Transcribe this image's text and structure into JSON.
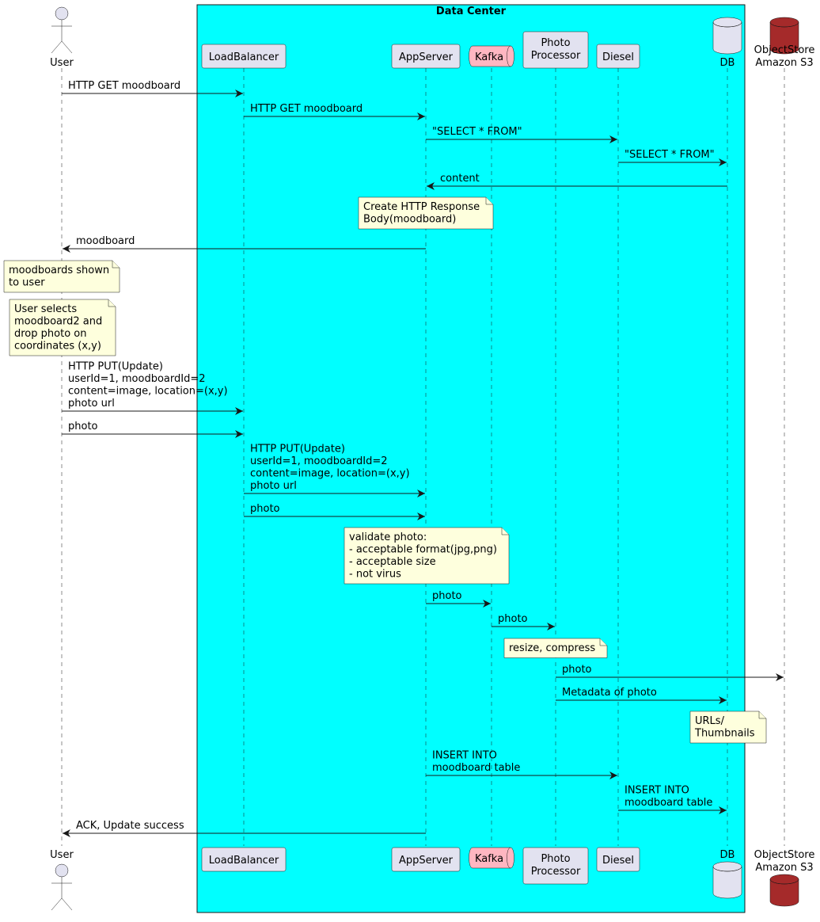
{
  "group": {
    "title": "Data Center",
    "fill": "#00FFFF"
  },
  "colors": {
    "participant_fill": "#E2E2F0",
    "kafka_fill": "#FFB6C1",
    "s3_fill": "#A52A2A",
    "note_fill": "#FEFFDD",
    "line": "#181818"
  },
  "participants": [
    {
      "id": "user",
      "kind": "actor",
      "lines": [
        "User"
      ]
    },
    {
      "id": "lb",
      "kind": "participant",
      "lines": [
        "LoadBalancer"
      ]
    },
    {
      "id": "app",
      "kind": "participant",
      "lines": [
        "AppServer"
      ]
    },
    {
      "id": "kafka",
      "kind": "queue",
      "lines": [
        "Kafka"
      ]
    },
    {
      "id": "photo",
      "kind": "participant",
      "lines": [
        "Photo",
        "Processor"
      ]
    },
    {
      "id": "diesel",
      "kind": "participant",
      "lines": [
        "Diesel"
      ]
    },
    {
      "id": "db",
      "kind": "database",
      "lines": [
        "DB"
      ]
    },
    {
      "id": "s3",
      "kind": "database",
      "lines": [
        "ObjectStore",
        "Amazon S3"
      ]
    }
  ],
  "events": [
    {
      "type": "message",
      "from": "user",
      "to": "lb",
      "lines": [
        "HTTP GET moodboard"
      ]
    },
    {
      "type": "message",
      "from": "lb",
      "to": "app",
      "lines": [
        "HTTP GET moodboard"
      ]
    },
    {
      "type": "message",
      "from": "app",
      "to": "diesel",
      "lines": [
        "\"SELECT * FROM\""
      ]
    },
    {
      "type": "message",
      "from": "diesel",
      "to": "db",
      "lines": [
        "\"SELECT * FROM\""
      ]
    },
    {
      "type": "message",
      "from": "db",
      "to": "app",
      "lines": [
        "content"
      ]
    },
    {
      "type": "note",
      "over": "app",
      "lines": [
        "Create HTTP Response",
        "Body(moodboard)"
      ]
    },
    {
      "type": "message",
      "from": "app",
      "to": "user",
      "lines": [
        "moodboard"
      ]
    },
    {
      "type": "note",
      "over": "user",
      "lines": [
        "moodboards shown",
        "to user"
      ]
    },
    {
      "type": "note",
      "over": "user",
      "lines": [
        "User selects",
        "moodboard2 and",
        "drop photo on",
        "coordinates (x,y)"
      ]
    },
    {
      "type": "message",
      "from": "user",
      "to": "lb",
      "lines": [
        "HTTP PUT(Update)",
        "userId=1, moodboardId=2",
        " content=image, location=(x,y)",
        "photo url"
      ]
    },
    {
      "type": "message",
      "from": "user",
      "to": "lb",
      "lines": [
        "photo"
      ]
    },
    {
      "type": "message",
      "from": "lb",
      "to": "app",
      "lines": [
        "HTTP PUT(Update)",
        "userId=1, moodboardId=2",
        " content=image, location=(x,y)",
        "photo url"
      ]
    },
    {
      "type": "message",
      "from": "lb",
      "to": "app",
      "lines": [
        "photo"
      ]
    },
    {
      "type": "note",
      "over": "app",
      "lines": [
        "validate photo:",
        "- acceptable format(jpg,png)",
        "- acceptable size",
        "- not virus"
      ]
    },
    {
      "type": "message",
      "from": "app",
      "to": "kafka",
      "lines": [
        "photo"
      ]
    },
    {
      "type": "message",
      "from": "kafka",
      "to": "photo",
      "lines": [
        "photo"
      ]
    },
    {
      "type": "note",
      "over": "photo",
      "lines": [
        "resize, compress"
      ]
    },
    {
      "type": "message",
      "from": "photo",
      "to": "s3",
      "lines": [
        "photo"
      ]
    },
    {
      "type": "message",
      "from": "photo",
      "to": "db",
      "lines": [
        "Metadata of photo"
      ]
    },
    {
      "type": "note",
      "over": "db",
      "lines": [
        "URLs/",
        "Thumbnails"
      ]
    },
    {
      "type": "message",
      "from": "app",
      "to": "diesel",
      "lines": [
        "INSERT INTO",
        "moodboard table"
      ]
    },
    {
      "type": "message",
      "from": "diesel",
      "to": "db",
      "lines": [
        "INSERT INTO",
        "moodboard table"
      ]
    },
    {
      "type": "message",
      "from": "app",
      "to": "user",
      "lines": [
        "ACK, Update success"
      ]
    }
  ]
}
